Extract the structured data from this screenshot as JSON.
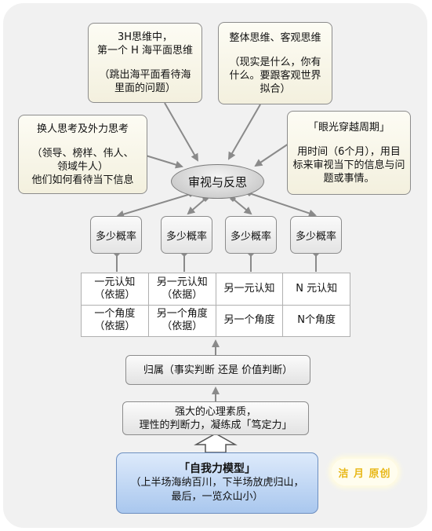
{
  "top_left_box": {
    "lines": [
      "3H思维中，",
      "第一个 H 海平面思维",
      "",
      "（跳出海平面看待海",
      "里面的问题）"
    ]
  },
  "top_right_box": {
    "lines": [
      "整体思维、客观思维",
      "",
      "（现实是什么，你有",
      "什么。要跟客观世界",
      "拟合）"
    ]
  },
  "left_box": {
    "lines": [
      "换人思考及外力思考",
      "",
      "（领导、榜样、伟人、",
      "领域牛人）",
      "他们如何看待当下信息"
    ]
  },
  "right_box": {
    "lines": [
      "「眼光穿越周期」",
      "",
      "用时间（6个月），用目",
      "标来审视当下的信息与问",
      "题或事情。"
    ]
  },
  "center": {
    "label": "审视与反思"
  },
  "probabilities": [
    "多少概率",
    "多少概率",
    "多少概率",
    "多少概率"
  ],
  "grid": {
    "row1": [
      "一元认知\n（依据）",
      "另一元认知\n（依据）",
      "另一元认知",
      "N 元认知"
    ],
    "row2": [
      "一个角度\n（依据）",
      "另一个角度\n（依据）",
      "另一个角度",
      "N个角度"
    ]
  },
  "belonging": {
    "label": "归属（事实判断 还是 价值判断）"
  },
  "mind": {
    "lines": [
      "强大的心理素质，",
      "理性的判断力，凝练成「笃定力」"
    ]
  },
  "model": {
    "title": "「自我力模型」",
    "lines": [
      "（上半场海纳百川，下半场放虎归山，",
      "最后，一览众山小）"
    ]
  },
  "watermark": {
    "text": "洁 月 原创"
  },
  "colors": {
    "arrow": "#8a8a8a",
    "model_fill": "#c4daf5",
    "watermark": "#e8b818"
  }
}
